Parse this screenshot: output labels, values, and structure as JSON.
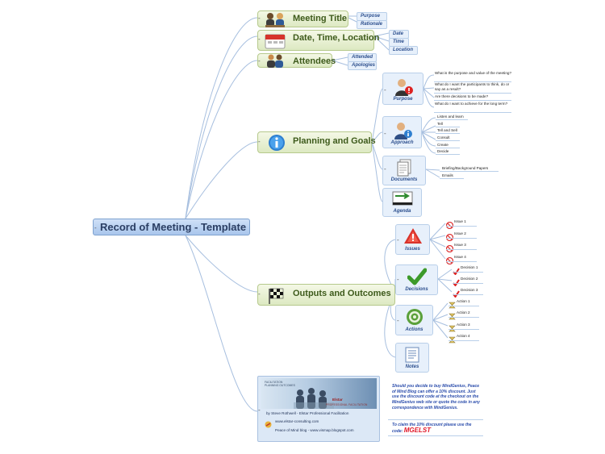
{
  "root": "Record of Meeting - Template",
  "branches": {
    "meeting_title": {
      "label": "Meeting Title",
      "tags": [
        "Purpose",
        "Rationale"
      ]
    },
    "date_time": {
      "label": "Date, Time, Location",
      "tags": [
        "Date",
        "Time",
        "Location"
      ]
    },
    "attendees": {
      "label": "Attendees",
      "tags": [
        "Attended",
        "Apologies"
      ]
    },
    "planning": {
      "label": "Planning and Goals"
    },
    "outputs": {
      "label": "Outputs and Outcomes"
    }
  },
  "planning": {
    "purpose": {
      "label": "Purpose",
      "items": [
        "What is the purpose and value of the meeting?",
        "What do I want the participants to think, do or say as a result?",
        "Are there decisions to be made?",
        "What do I want to achieve for the long term?"
      ]
    },
    "approach": {
      "label": "Approach",
      "items": [
        "Listen and learn",
        "Tell",
        "Tell and Sell",
        "Consult",
        "Create",
        "Decide"
      ]
    },
    "documents": {
      "label": "Documents",
      "items": [
        "Briefing/Background Papers",
        "Emails"
      ]
    },
    "agenda": {
      "label": "Agenda"
    }
  },
  "outputs": {
    "issues": {
      "label": "Issues",
      "items": [
        "Issue 1",
        "Issue 2",
        "Issue 3",
        "Issue 4"
      ]
    },
    "decisions": {
      "label": "Decisions",
      "items": [
        "Decision 1",
        "Decision 2",
        "Decision 3"
      ]
    },
    "actions": {
      "label": "Actions",
      "items": [
        "Action 1",
        "Action 2",
        "Action 3",
        "Action 4"
      ]
    },
    "notes": {
      "label": "Notes"
    }
  },
  "card": {
    "banner_text": "FACILITATION PLANNING OUTCOMES",
    "banner_logo": "Elstar",
    "banner_tagline": "PROFESSIONAL FACILITATION",
    "byline": "by Steve Rothwell - Elstar Professional Facilitation",
    "site": "www.elstar-consulting.com",
    "blog": "Peace of Mind blog - www.vismap.blogspot.com"
  },
  "promo": {
    "text": "Should you decide to buy MindGenius, Peace of Mind Blog can offer a 10% discount. Just use the discount code at the checkout on the MindGenius web site or quote the code in any correspondence with MindGenius.",
    "claim": "To claim the 10% discount please use the code:",
    "code": "MGELST"
  },
  "colors": {
    "branch_text": "#3d5a1a",
    "link": "#9fb9dc",
    "tag_text": "#2c4f8e",
    "code": "#e0192a"
  }
}
